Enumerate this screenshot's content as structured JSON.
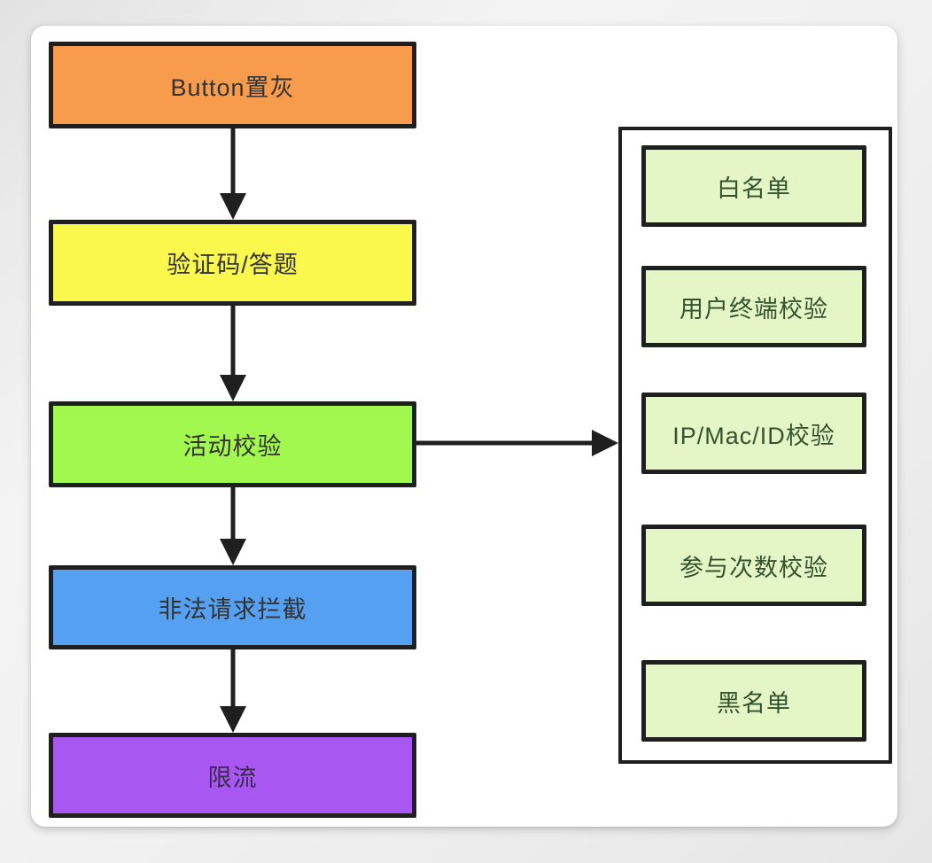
{
  "diagram": {
    "title_none": "",
    "flow_steps": [
      {
        "id": "button-grey",
        "label": "Button置灰",
        "color": "#F79B4D",
        "text_color": "#333333"
      },
      {
        "id": "captcha-quiz",
        "label": "验证码/答题",
        "color": "#FAF74D",
        "text_color": "#333333"
      },
      {
        "id": "activity-check",
        "label": "活动校验",
        "color": "#A3F84F",
        "text_color": "#333333"
      },
      {
        "id": "illegal-intercept",
        "label": "非法请求拦截",
        "color": "#55A0F0",
        "text_color": "#333333"
      },
      {
        "id": "rate-limit",
        "label": "限流",
        "color": "#A957F2",
        "text_color": "#3a2a4d"
      }
    ],
    "checks_group": {
      "items": [
        {
          "id": "whitelist",
          "label": "白名单"
        },
        {
          "id": "terminal-check",
          "label": "用户终端校验"
        },
        {
          "id": "ip-mac-id-check",
          "label": "IP/Mac/ID校验"
        },
        {
          "id": "attempts-check",
          "label": "参与次数校验"
        },
        {
          "id": "blacklist",
          "label": "黑名单"
        }
      ],
      "item_color": "#E4F6C6",
      "item_text_color": "#35522F",
      "border_color": "#1f1f1f"
    },
    "colors": {
      "arrow": "#1f1f1f",
      "node_border": "#1f1f1f",
      "card_background": "#ffffff",
      "page_background": "#ededed"
    }
  }
}
